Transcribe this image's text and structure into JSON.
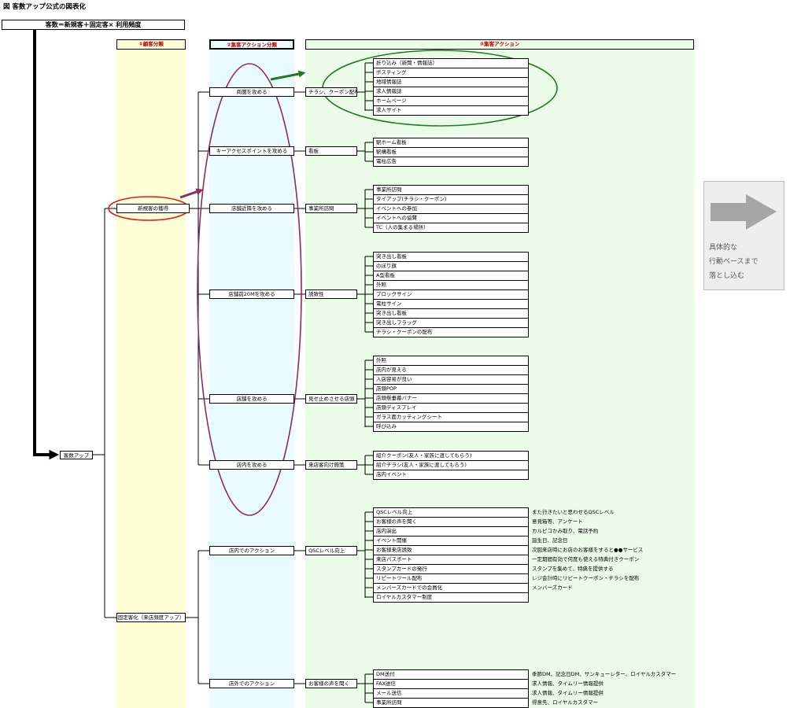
{
  "title": "図 客数アップ公式の図表化",
  "formula": "客数＝新規客＋固定客× 利用頻度",
  "headers": {
    "col1": "①顧客分類",
    "col2": "②集客アクション分類",
    "col3": "③集客アクション"
  },
  "root": "客数アップ",
  "categories": {
    "new": "新規客の獲得",
    "fixed": "固定客化（来店頻度アップ）"
  },
  "level2": [
    "商圏を攻める",
    "キーアクセスポイントを攻める",
    "店舗近隣を攻める",
    "店舗前20Mを攻める",
    "店舗を攻める",
    "店内を攻める",
    "店内でのアクション",
    "店外でのアクション"
  ],
  "level3": [
    "チラシ、クーポン配布",
    "看板",
    "事業所訪問",
    "誘致性",
    "見せ止めさせる店頭",
    "来店客向け施策",
    "QSCレベル向上",
    "お客様の声を聞く"
  ],
  "items": {
    "a": [
      "折り込み（新聞・情報誌）",
      "ポスティング",
      "地域情報誌",
      "求人情報誌",
      "ホームページ",
      "求人サイト"
    ],
    "b": [
      "駅ホーム看板",
      "駅構看板",
      "電柱広告"
    ],
    "c": [
      "事業所訪問",
      "タイアップ(チラシ・クーポン)",
      "イベントへの参加",
      "イベントへの協賛",
      "TC（人の集まる場所）"
    ],
    "d": [
      "突き出し看板",
      "のぼり旗",
      "A型看板",
      "外照",
      "ブロックサイン",
      "電柱サイン",
      "突き出し看板",
      "突き出しフラッグ",
      "チラシ・クーポンの配布"
    ],
    "e": [
      "外照",
      "店内が見える",
      "入店容易が良い",
      "店頭POP",
      "店頭懸垂幕バナー",
      "店頭ディスプレイ",
      "ガラス面カッティングシート",
      "呼び込み"
    ],
    "f": [
      "紹介クーポン(友人・家族に渡してもらう)",
      "紹介チラシ(友人・家族に渡してもらう)",
      "店内イベント"
    ],
    "g": [
      "QSCレベル向上",
      "お客様の声を聞く",
      "店内演出",
      "イベント開催",
      "お客様来店誘致",
      "来店パスポート",
      "スタンプカードの発行",
      "リピートツール配布",
      "メンバーズカードでの会員化",
      "ロイヤルカスタマー制度"
    ],
    "g_notes": [
      "また行きたいと思わせるQSCレベル",
      "意見箱等、アンケート",
      "カルピコかみ取り、電話予約",
      "誕生日、記念日",
      "次回来店時にお店のお客様をすると●●サービス",
      "一定期間有効で何度も使える特典付きクーポン",
      "スタンプを集めて、特典を提供する",
      "レジ会計時にリピートクーポン・チラシを配布",
      "メンバーズカード",
      ""
    ],
    "h": [
      "DM送付",
      "FAX送信",
      "メール送信",
      "事業所訪問"
    ],
    "h_notes": [
      "季節DM、記念日DM、サンキューレター、ロイヤルカスタマー",
      "求人情報、タイムリー情報提供",
      "求人情報、タイムリー情報提供",
      "得意先、ロイヤルカスタマー"
    ]
  },
  "side_note": [
    "具体的な",
    "行動ベースまで",
    "落とし込む"
  ],
  "colors": {
    "band1": "#ffffd6",
    "band2": "#e9fbfe",
    "band3": "#ebfde9",
    "red_ellipse": "#e31a1c",
    "purple": "#8b2e5f",
    "green": "#1e7d1e",
    "arrow_grey": "#a6a6a6"
  }
}
